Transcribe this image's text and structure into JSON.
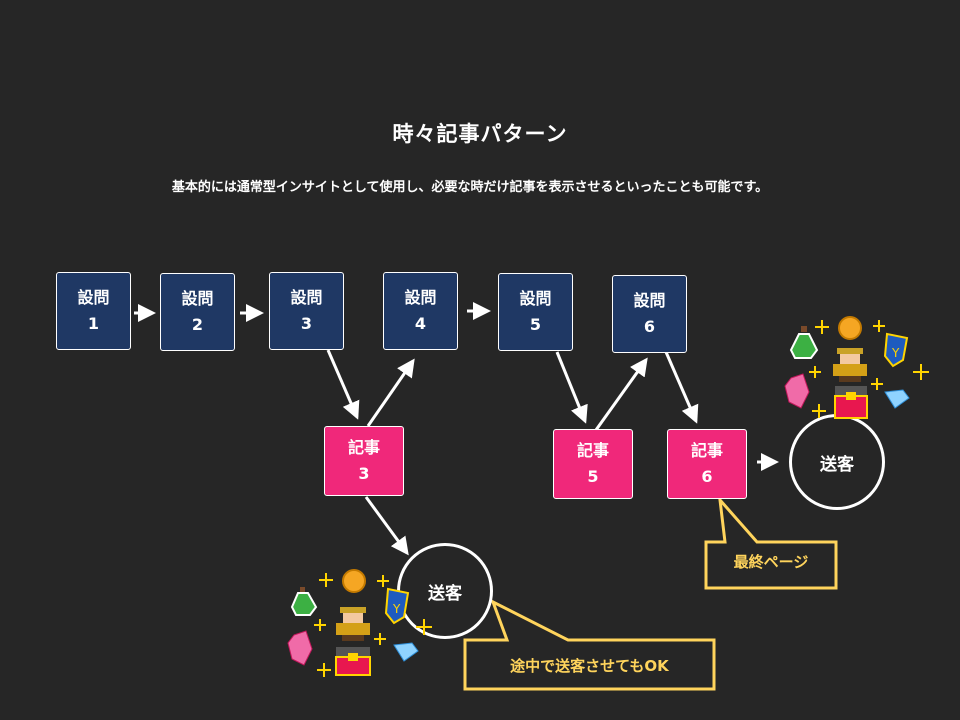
{
  "title": "時々記事パターン",
  "subtitle": "基本的には通常型インサイトとして使用し、必要な時だけ記事を表示させるといったことも可能です。",
  "colors": {
    "background": "#262626",
    "question_box": "#1f3864",
    "article_box": "#f0287a",
    "callout": "#ffd45c",
    "line": "#ffffff"
  },
  "questions": [
    {
      "label": "設問",
      "number": "1"
    },
    {
      "label": "設問",
      "number": "2"
    },
    {
      "label": "設問",
      "number": "3"
    },
    {
      "label": "設問",
      "number": "4"
    },
    {
      "label": "設問",
      "number": "5"
    },
    {
      "label": "設問",
      "number": "6"
    }
  ],
  "articles": [
    {
      "label": "記事",
      "number": "3"
    },
    {
      "label": "記事",
      "number": "5"
    },
    {
      "label": "記事",
      "number": "6"
    }
  ],
  "conversions": [
    {
      "label": "送客"
    },
    {
      "label": "送客"
    }
  ],
  "callouts": {
    "final_page": "最終ページ",
    "midway": "途中で送客させてもOK"
  },
  "icons": [
    "potion-icon",
    "coin-icon",
    "shield-icon",
    "adventurer-icon",
    "gem-icon",
    "diamond-icon",
    "treasure-chest-icon",
    "sparkle-icon"
  ]
}
